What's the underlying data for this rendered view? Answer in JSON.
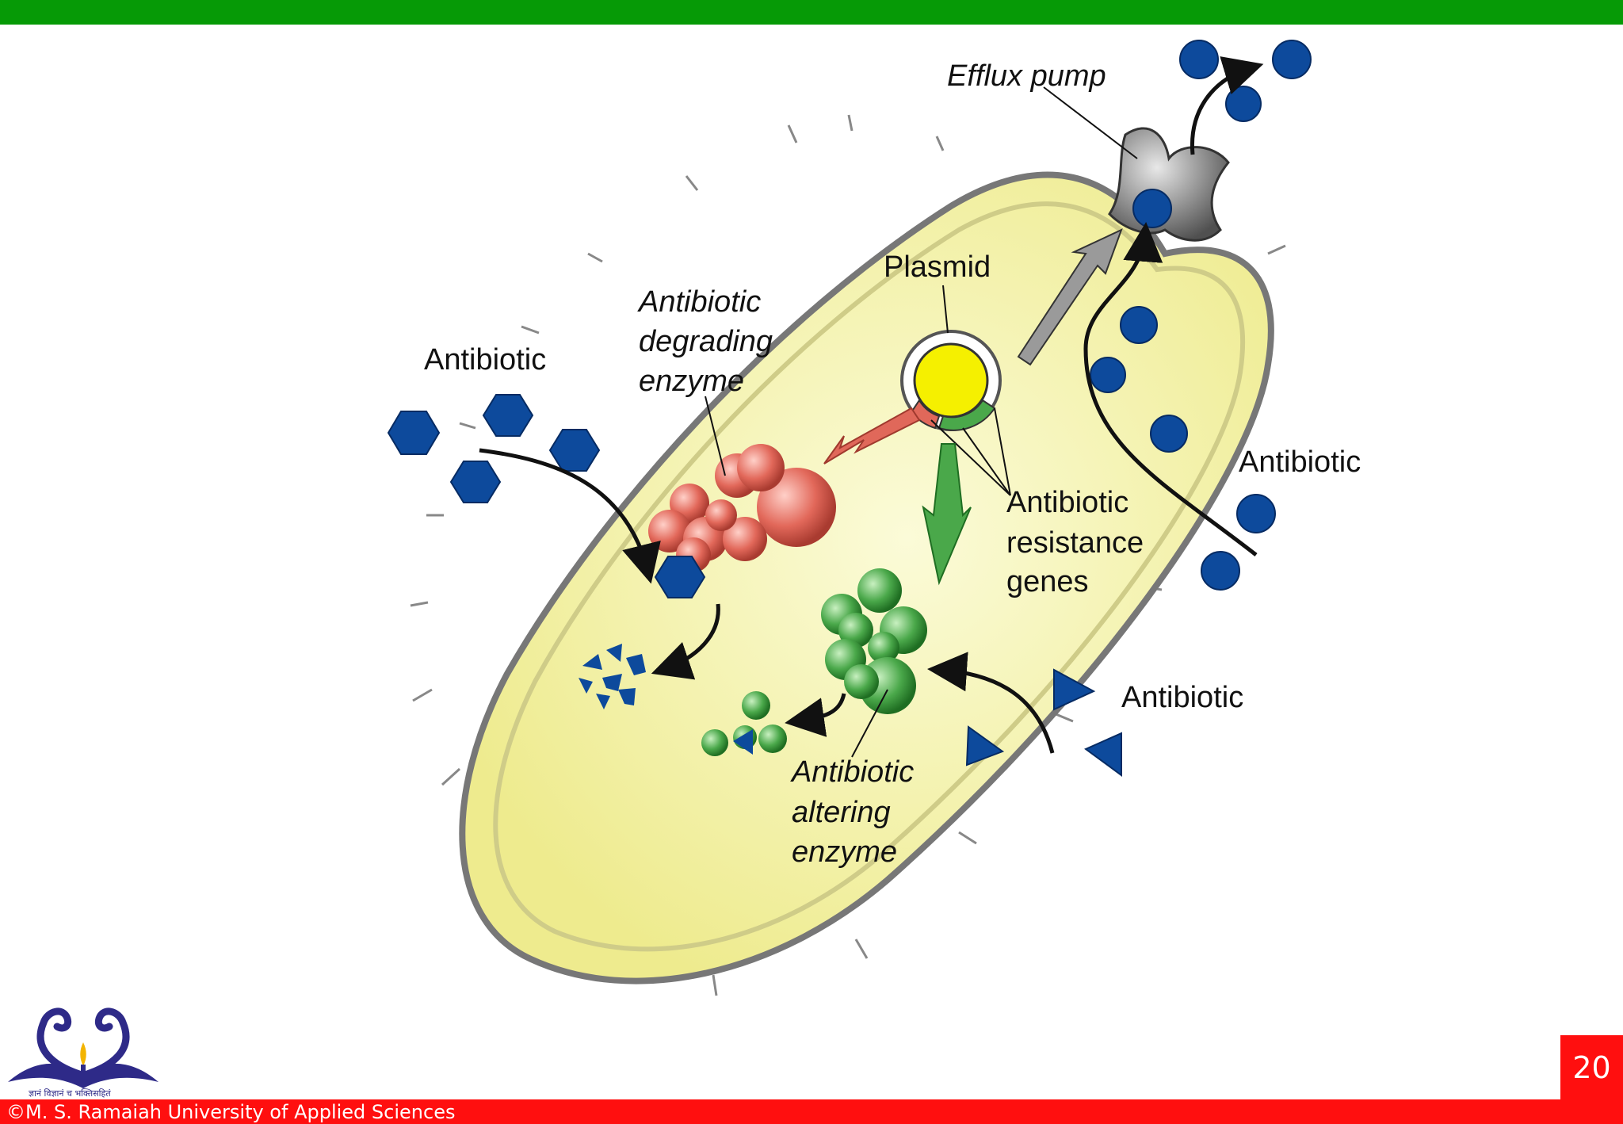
{
  "labels": {
    "efflux_pump": "Efflux pump",
    "plasmid": "Plasmid",
    "antibiotic_left": "Antibiotic",
    "antibiotic_right": "Antibiotic",
    "antibiotic_bottom": "Antibiotic",
    "degrading_enzyme": [
      "Antibiotic",
      "degrading",
      "enzyme"
    ],
    "resistance_genes": [
      "Antibiotic",
      "resistance",
      "genes"
    ],
    "altering_enzyme": [
      "Antibiotic",
      "altering",
      "enzyme"
    ]
  },
  "footer": {
    "copyright": "©M. S. Ramaiah University of Applied Sciences",
    "logo_motto": "ज्ञानं विज्ञानं च भक्तिसहितं"
  },
  "slide": {
    "page_number": "20"
  },
  "colors": {
    "top_bar": "#069a06",
    "bottom_bar": "#ff0f0f",
    "cell_fill": "#f3f1a8",
    "antibiotic": "#0d4a9c",
    "degrading_enzyme": "#e0685a",
    "altering_enzyme": "#4aa84a",
    "plasmid": "#f5f000"
  }
}
